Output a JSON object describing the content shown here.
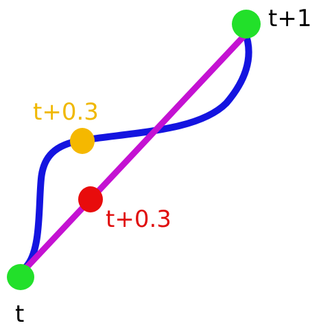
{
  "labels": {
    "start": "t",
    "end": "t+1",
    "curve_point": "t+0.3",
    "linear_point": "t+0.3"
  },
  "colors": {
    "background": "#ffffff",
    "endpoint": "#22e02a",
    "curve_path": "#1414e0",
    "straight_path": "#c412d2",
    "curve_point": "#f5b800",
    "linear_point": "#e80c0c",
    "start_text": "#000000",
    "end_text": "#000000",
    "curve_point_text": "#f0b800",
    "linear_point_text": "#e00c0c"
  }
}
